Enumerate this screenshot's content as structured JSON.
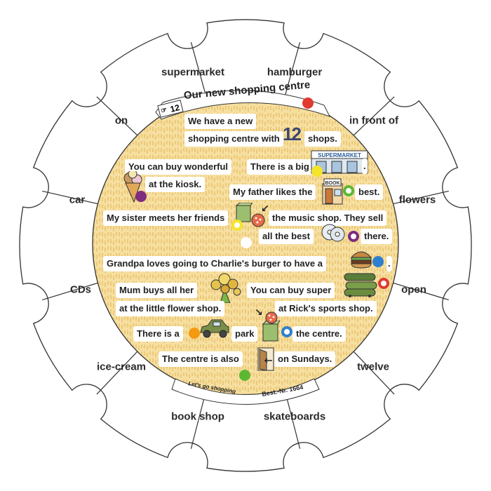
{
  "title": "Our new shopping centre",
  "title_number": "12",
  "footer": {
    "left": "Let's go shopping",
    "right": "Best.-Nr. 1664"
  },
  "answer_words": [
    {
      "id": "supermarket",
      "label": "supermarket"
    },
    {
      "id": "hamburger",
      "label": "hamburger"
    },
    {
      "id": "in-front-of",
      "label": "in front of"
    },
    {
      "id": "flowers",
      "label": "flowers"
    },
    {
      "id": "open",
      "label": "open"
    },
    {
      "id": "twelve",
      "label": "twelve"
    },
    {
      "id": "skateboards",
      "label": "skateboards"
    },
    {
      "id": "book-shop",
      "label": "book shop"
    },
    {
      "id": "ice-cream",
      "label": "ice-cream"
    },
    {
      "id": "cds",
      "label": "CDs"
    },
    {
      "id": "car",
      "label": "car"
    },
    {
      "id": "on",
      "label": "on"
    }
  ],
  "sentences": {
    "s1a": "We have a new",
    "s1b": "shopping centre with",
    "s1c": "shops.",
    "s2a": "You can buy wonderful",
    "s2b": "at the kiosk.",
    "s3a": "There is a big",
    "s3b": ".",
    "s4a": "My father likes the",
    "s4b": "best.",
    "s5a": "My sister meets her friends",
    "s5b": "the music shop. They sell",
    "s5c": "all the best",
    "s5d": "there.",
    "s6a": "Grandpa loves going to Charlie's burger to have a",
    "s6b": ".",
    "s7a": "Mum buys all her",
    "s7b": "at the little flower shop.",
    "s8a": "You can buy super",
    "s8b": "at Rick's sports shop.",
    "s9a": "There is a",
    "s9b": "park",
    "s9c": "the centre.",
    "s10a": "The centre is also",
    "s10b": "on Sundays."
  },
  "picture_labels": {
    "supermarket_sign": "SUPERMARKET",
    "book_sign": "BOOK"
  },
  "colors": {
    "disc_fill": "#f6dfa0",
    "disc_pattern": "#eed087",
    "red": "#e03a2f",
    "green": "#5cb832",
    "yellow": "#f3e52a",
    "purple": "#7d2c80",
    "orange": "#f39a10",
    "blue": "#2f7fd0",
    "white_dot": "#ffffff"
  }
}
